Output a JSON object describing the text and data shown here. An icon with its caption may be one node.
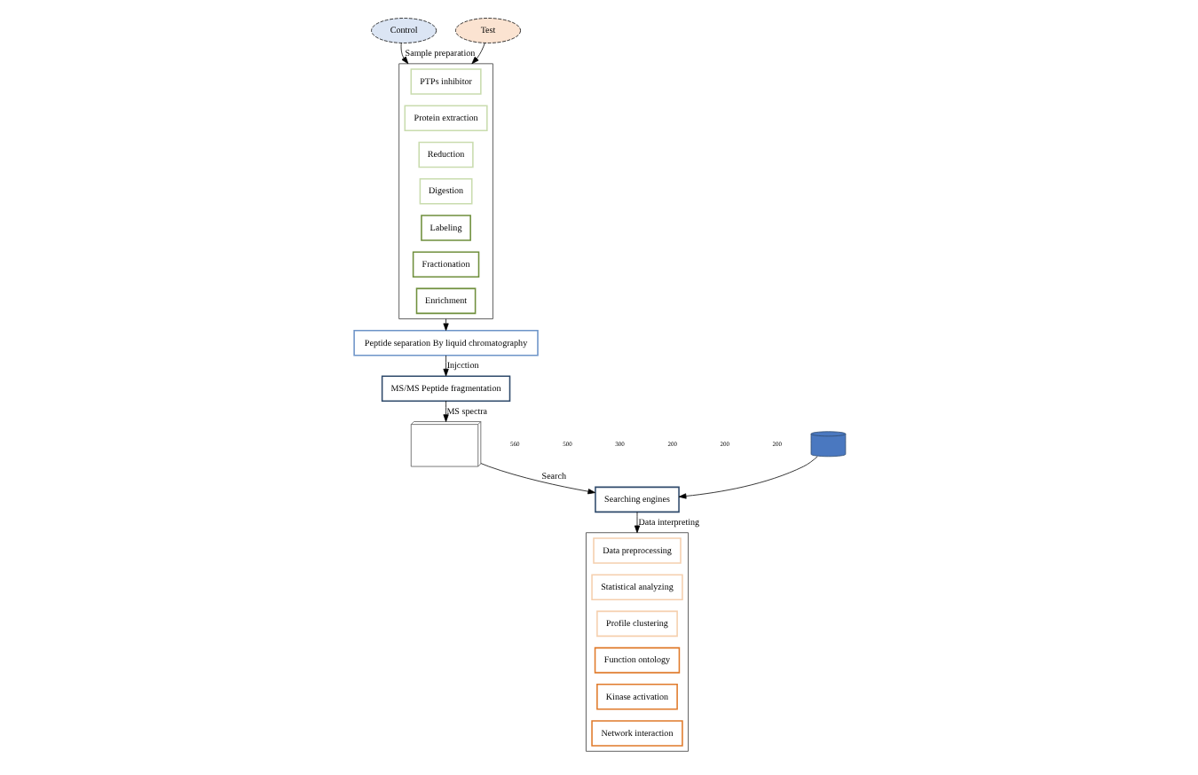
{
  "diagram": {
    "nodes": [
      {
        "text": [
          "Control"
        ]
      },
      {
        "text": [
          "Test"
        ]
      },
      {
        "text": [],
        "shape": "box"
      },
      {
        "text": [
          "PTPs inhibitor"
        ],
        "in": 2
      },
      {
        "text": [
          "Protein extraction"
        ],
        "in": 2
      },
      {
        "text": [
          "Reduction"
        ],
        "in": 2
      },
      {
        "text": [
          "Digestion"
        ],
        "in": 2
      },
      {
        "text": [
          "Labeling"
        ],
        "in": 2
      },
      {
        "text": [
          "Fractionation"
        ],
        "in": 2
      },
      {
        "text": [
          "Enrichment"
        ],
        "in": 2
      },
      {
        "text": [
          "Peptide separation By liquid chromatography"
        ]
      },
      {
        "text": [
          "MS/MS Peptide fragmentation"
        ]
      },
      {
        "text": [],
        "shape": "picture"
      },
      {
        "text": [
          "Searching engines"
        ]
      },
      {
        "text": [],
        "shape": "cylinder"
      },
      {
        "text": [],
        "shape": "box"
      },
      {
        "text": [
          "Data preprocessing"
        ],
        "in": 15
      },
      {
        "text": [
          "Statistical analyzing"
        ],
        "in": 15
      },
      {
        "text": [
          "Profile clustering"
        ],
        "in": 15
      },
      {
        "text": [
          "Function ontology"
        ],
        "in": 15
      },
      {
        "text": [
          "Kinase activation"
        ],
        "in": 15
      },
      {
        "text": [
          "Network interaction"
        ],
        "in": 15
      }
    ],
    "edges": [
      {
        "from": 0,
        "to": 2,
        "arrow": "to",
        "label": "Sample preparation"
      },
      {
        "from": 1,
        "to": 2,
        "arrow": "to"
      },
      {
        "from": 2,
        "to": 10,
        "arrow": "to"
      },
      {
        "from": 10,
        "to": 11,
        "arrow": "to",
        "label": "Injcction"
      },
      {
        "from": 11,
        "to": 12,
        "arrow": "to",
        "label": "MS spectra"
      },
      {
        "from": 12,
        "to": 13,
        "arrow": "to",
        "label": "Search"
      },
      {
        "from": 14,
        "to": 13,
        "arrow": "to"
      },
      {
        "from": 13,
        "to": 15,
        "arrow": "to",
        "label": "Data interpreting"
      }
    ],
    "labels": [
      "200",
      "200",
      "200",
      "300",
      "500",
      "560"
    ]
  }
}
